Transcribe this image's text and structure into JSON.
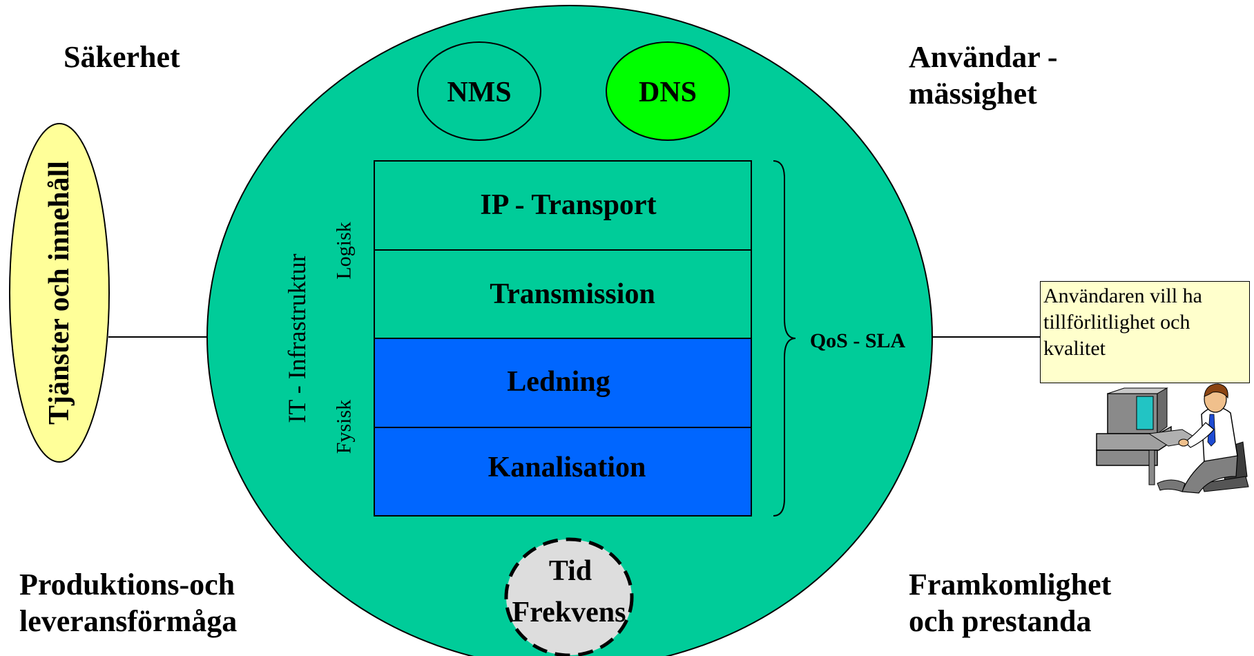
{
  "corners": {
    "top_left": "Säkerhet",
    "top_right_line1": "Användar -",
    "top_right_line2": "mässighet",
    "bottom_left_line1": "Produktions-och",
    "bottom_left_line2": "leveransförmåga",
    "bottom_right_line1": "Framkomlighet",
    "bottom_right_line2": "och prestanda"
  },
  "left_oval": {
    "label": "Tjänster och innehåll"
  },
  "nodes": {
    "nms": "NMS",
    "dns": "DNS",
    "time_line1": "Tid",
    "time_line2": "Frekvens"
  },
  "layers": [
    {
      "label": "IP - Transport",
      "kind": "logical"
    },
    {
      "label": "Transmission",
      "kind": "logical"
    },
    {
      "label": "Ledning",
      "kind": "physical"
    },
    {
      "label": "Kanalisation",
      "kind": "physical"
    }
  ],
  "side_labels": {
    "infrastructure": "IT  -  Infrastruktur",
    "logical": "Logisk",
    "physical": "Fysisk"
  },
  "brace_label": "QoS - SLA",
  "note": {
    "line1": "Användaren vill ha",
    "line2": "tillförlitlighet och",
    "line3": "kvalitet"
  },
  "colors": {
    "circle": "#00cc99",
    "dns": "#00ff00",
    "logical_layer": "#00cc99",
    "physical_layer": "#0066ff",
    "left_oval": "#ffff99",
    "time_oval": "#dddddd",
    "note": "#ffffcc"
  },
  "icons": {
    "user_at_computer": "person-at-computer-icon"
  }
}
